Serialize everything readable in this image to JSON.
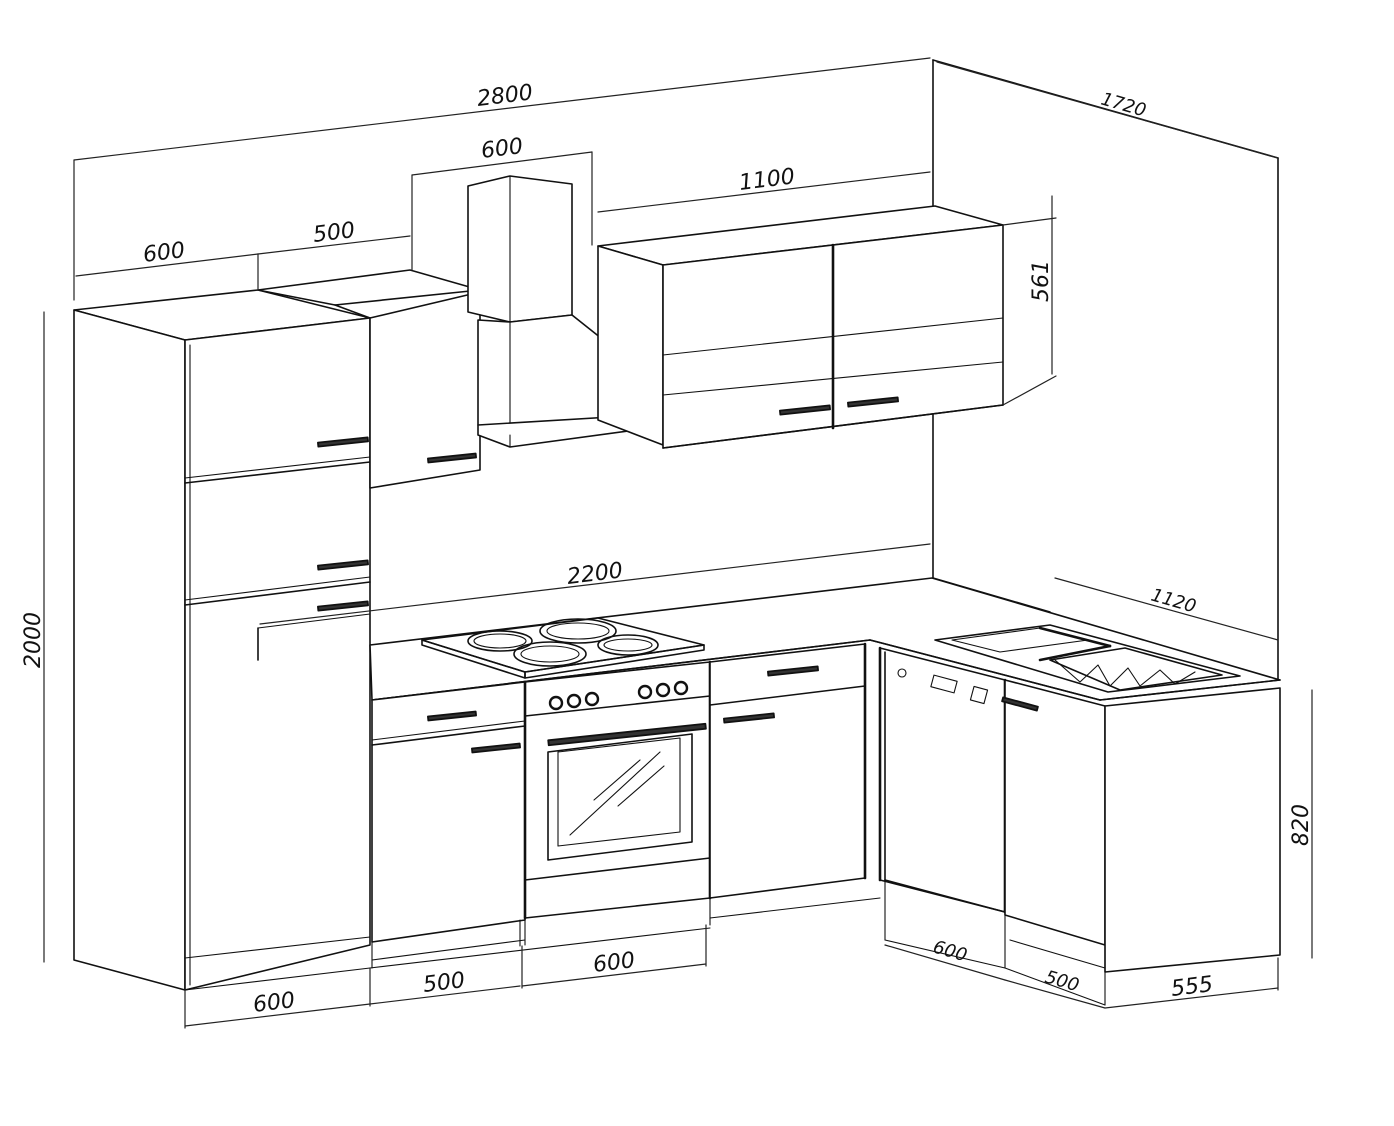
{
  "diagram": {
    "dimensions": {
      "total_width": "2800",
      "depth_right": "1720",
      "hood_width": "600",
      "upper_cabinet_width": "1100",
      "upper_cabinet_height": "561",
      "tall_top_width": "600",
      "upper_left_width": "500",
      "total_height": "2000",
      "counter_length": "2200",
      "right_run_length": "1120",
      "base_height": "820",
      "tall_bottom_width": "600",
      "base_500_width": "500",
      "oven_width": "600",
      "dishwasher_width": "600",
      "right_500_width": "500",
      "right_555_width": "555"
    },
    "colors": {
      "line": "#111111",
      "background": "#ffffff"
    }
  }
}
